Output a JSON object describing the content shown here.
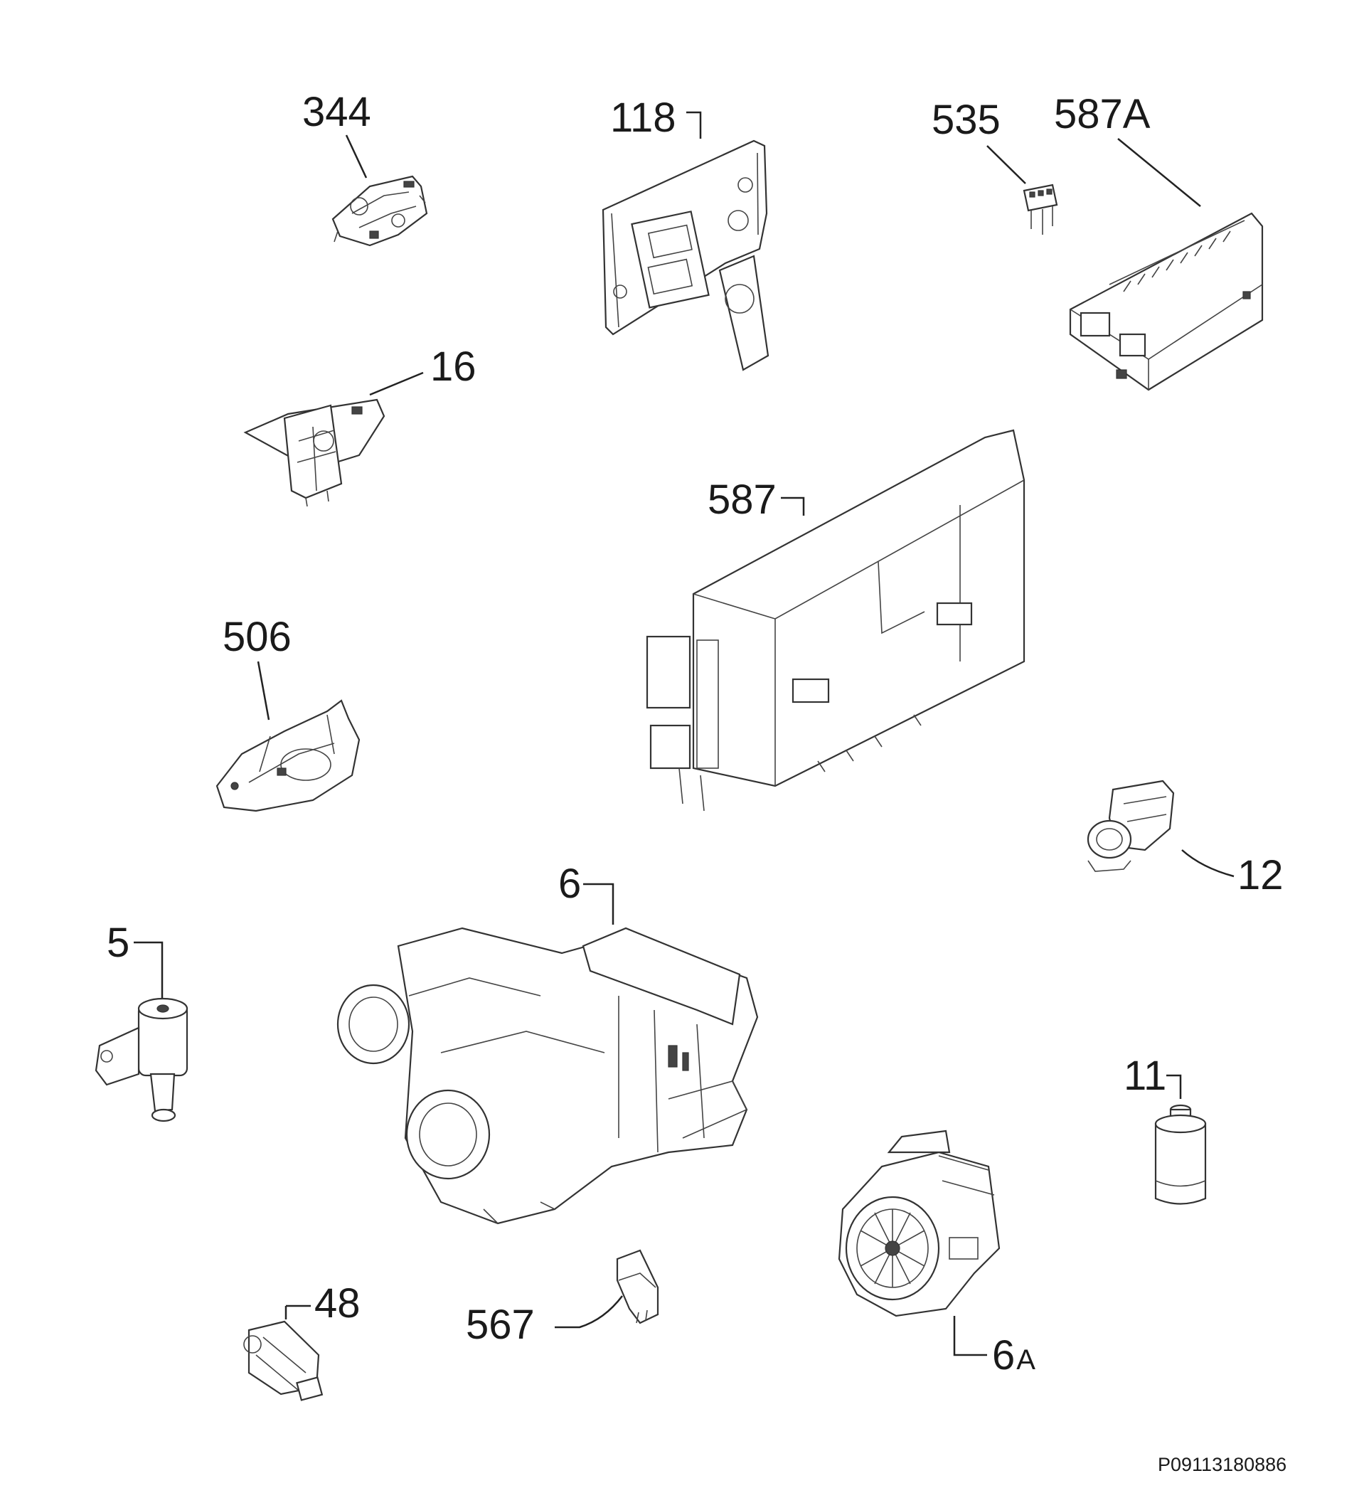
{
  "parts": [
    {
      "id": "344",
      "label": "344"
    },
    {
      "id": "118",
      "label": "118"
    },
    {
      "id": "535",
      "label": "535"
    },
    {
      "id": "587A",
      "label": "587A"
    },
    {
      "id": "16",
      "label": "16"
    },
    {
      "id": "587",
      "label": "587"
    },
    {
      "id": "506",
      "label": "506"
    },
    {
      "id": "12",
      "label": "12"
    },
    {
      "id": "6",
      "label": "6"
    },
    {
      "id": "5",
      "label": "5"
    },
    {
      "id": "11",
      "label": "11"
    },
    {
      "id": "48",
      "label": "48"
    },
    {
      "id": "567",
      "label": "567"
    },
    {
      "id": "6A",
      "label_main": "6",
      "label_suffix": "A"
    }
  ],
  "drawing_code": "P09113180886"
}
